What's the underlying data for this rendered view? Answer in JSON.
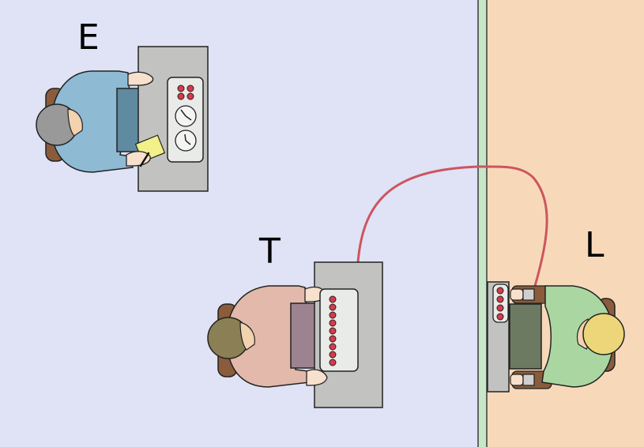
{
  "labels": {
    "experimenter": "E",
    "teacher": "T",
    "learner": "L"
  },
  "colors": {
    "room_left": "#e0e2f5",
    "room_right": "#f7d9b9",
    "partition": "#c8e6c8",
    "wire": "#cc5560",
    "desk": "#c2c3c0",
    "chair": "#8a5c3c",
    "experimenter_shirt": "#8ebad4",
    "teacher_shirt": "#e2b9aa",
    "learner_shirt": "#aad6a2",
    "experimenter_hair": "#999999",
    "teacher_hair": "#8a7f55",
    "learner_hair": "#ecd679",
    "indicator_light": "#d83a4a",
    "notepad": "#f2f088"
  },
  "counts": {
    "teacher_shock_switches": 9,
    "learner_answer_lights": 4,
    "experimenter_panel_lights": 4,
    "experimenter_dials": 2
  }
}
